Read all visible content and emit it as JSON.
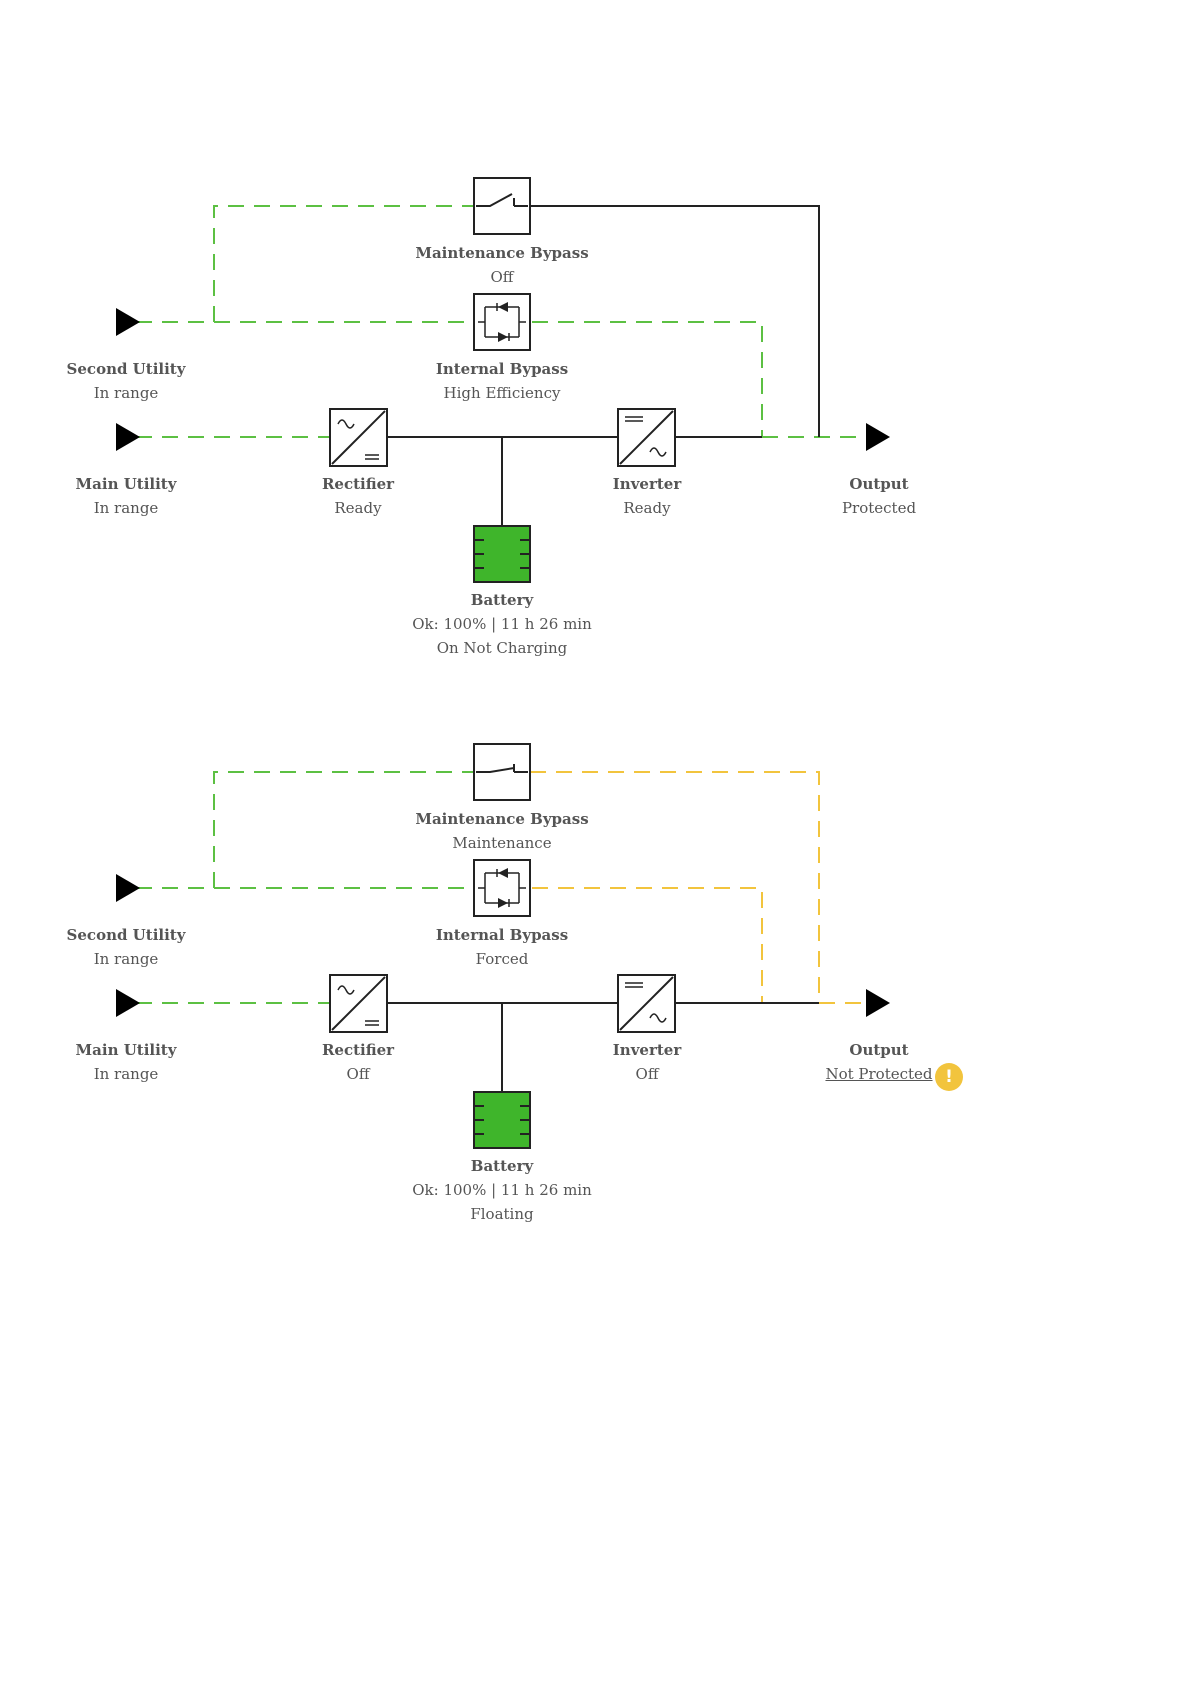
{
  "colors": {
    "line_black": "#222222",
    "line_green": "#5cc043",
    "line_yellow": "#f2c43d",
    "battery_fill": "#3fb52b",
    "text": "#555555"
  },
  "diagrams": [
    {
      "maintenance_bypass": {
        "title": "Maintenance Bypass",
        "status": "Off"
      },
      "internal_bypass": {
        "title": "Internal Bypass",
        "status": "High Efficiency"
      },
      "second_utility": {
        "title": "Second Utility",
        "status": "In range"
      },
      "main_utility": {
        "title": "Main Utility",
        "status": "In range"
      },
      "rectifier": {
        "title": "Rectifier",
        "status": "Ready"
      },
      "inverter": {
        "title": "Inverter",
        "status": "Ready"
      },
      "output": {
        "title": "Output",
        "status": "Protected"
      },
      "battery": {
        "title": "Battery",
        "line1": "Ok: 100% | 11 h 26 min",
        "line2": "On Not Charging"
      }
    },
    {
      "maintenance_bypass": {
        "title": "Maintenance Bypass",
        "status": "Maintenance"
      },
      "internal_bypass": {
        "title": "Internal Bypass",
        "status": "Forced"
      },
      "second_utility": {
        "title": "Second Utility",
        "status": "In range"
      },
      "main_utility": {
        "title": "Main Utility",
        "status": "In range"
      },
      "rectifier": {
        "title": "Rectifier",
        "status": "Off"
      },
      "inverter": {
        "title": "Inverter",
        "status": "Off"
      },
      "output": {
        "title": "Output",
        "status": "Not Protected",
        "warning_icon": "exclamation-icon",
        "warning_glyph": "!"
      },
      "battery": {
        "title": "Battery",
        "line1": "Ok: 100% | 11 h 26 min",
        "line2": "Floating"
      }
    }
  ]
}
